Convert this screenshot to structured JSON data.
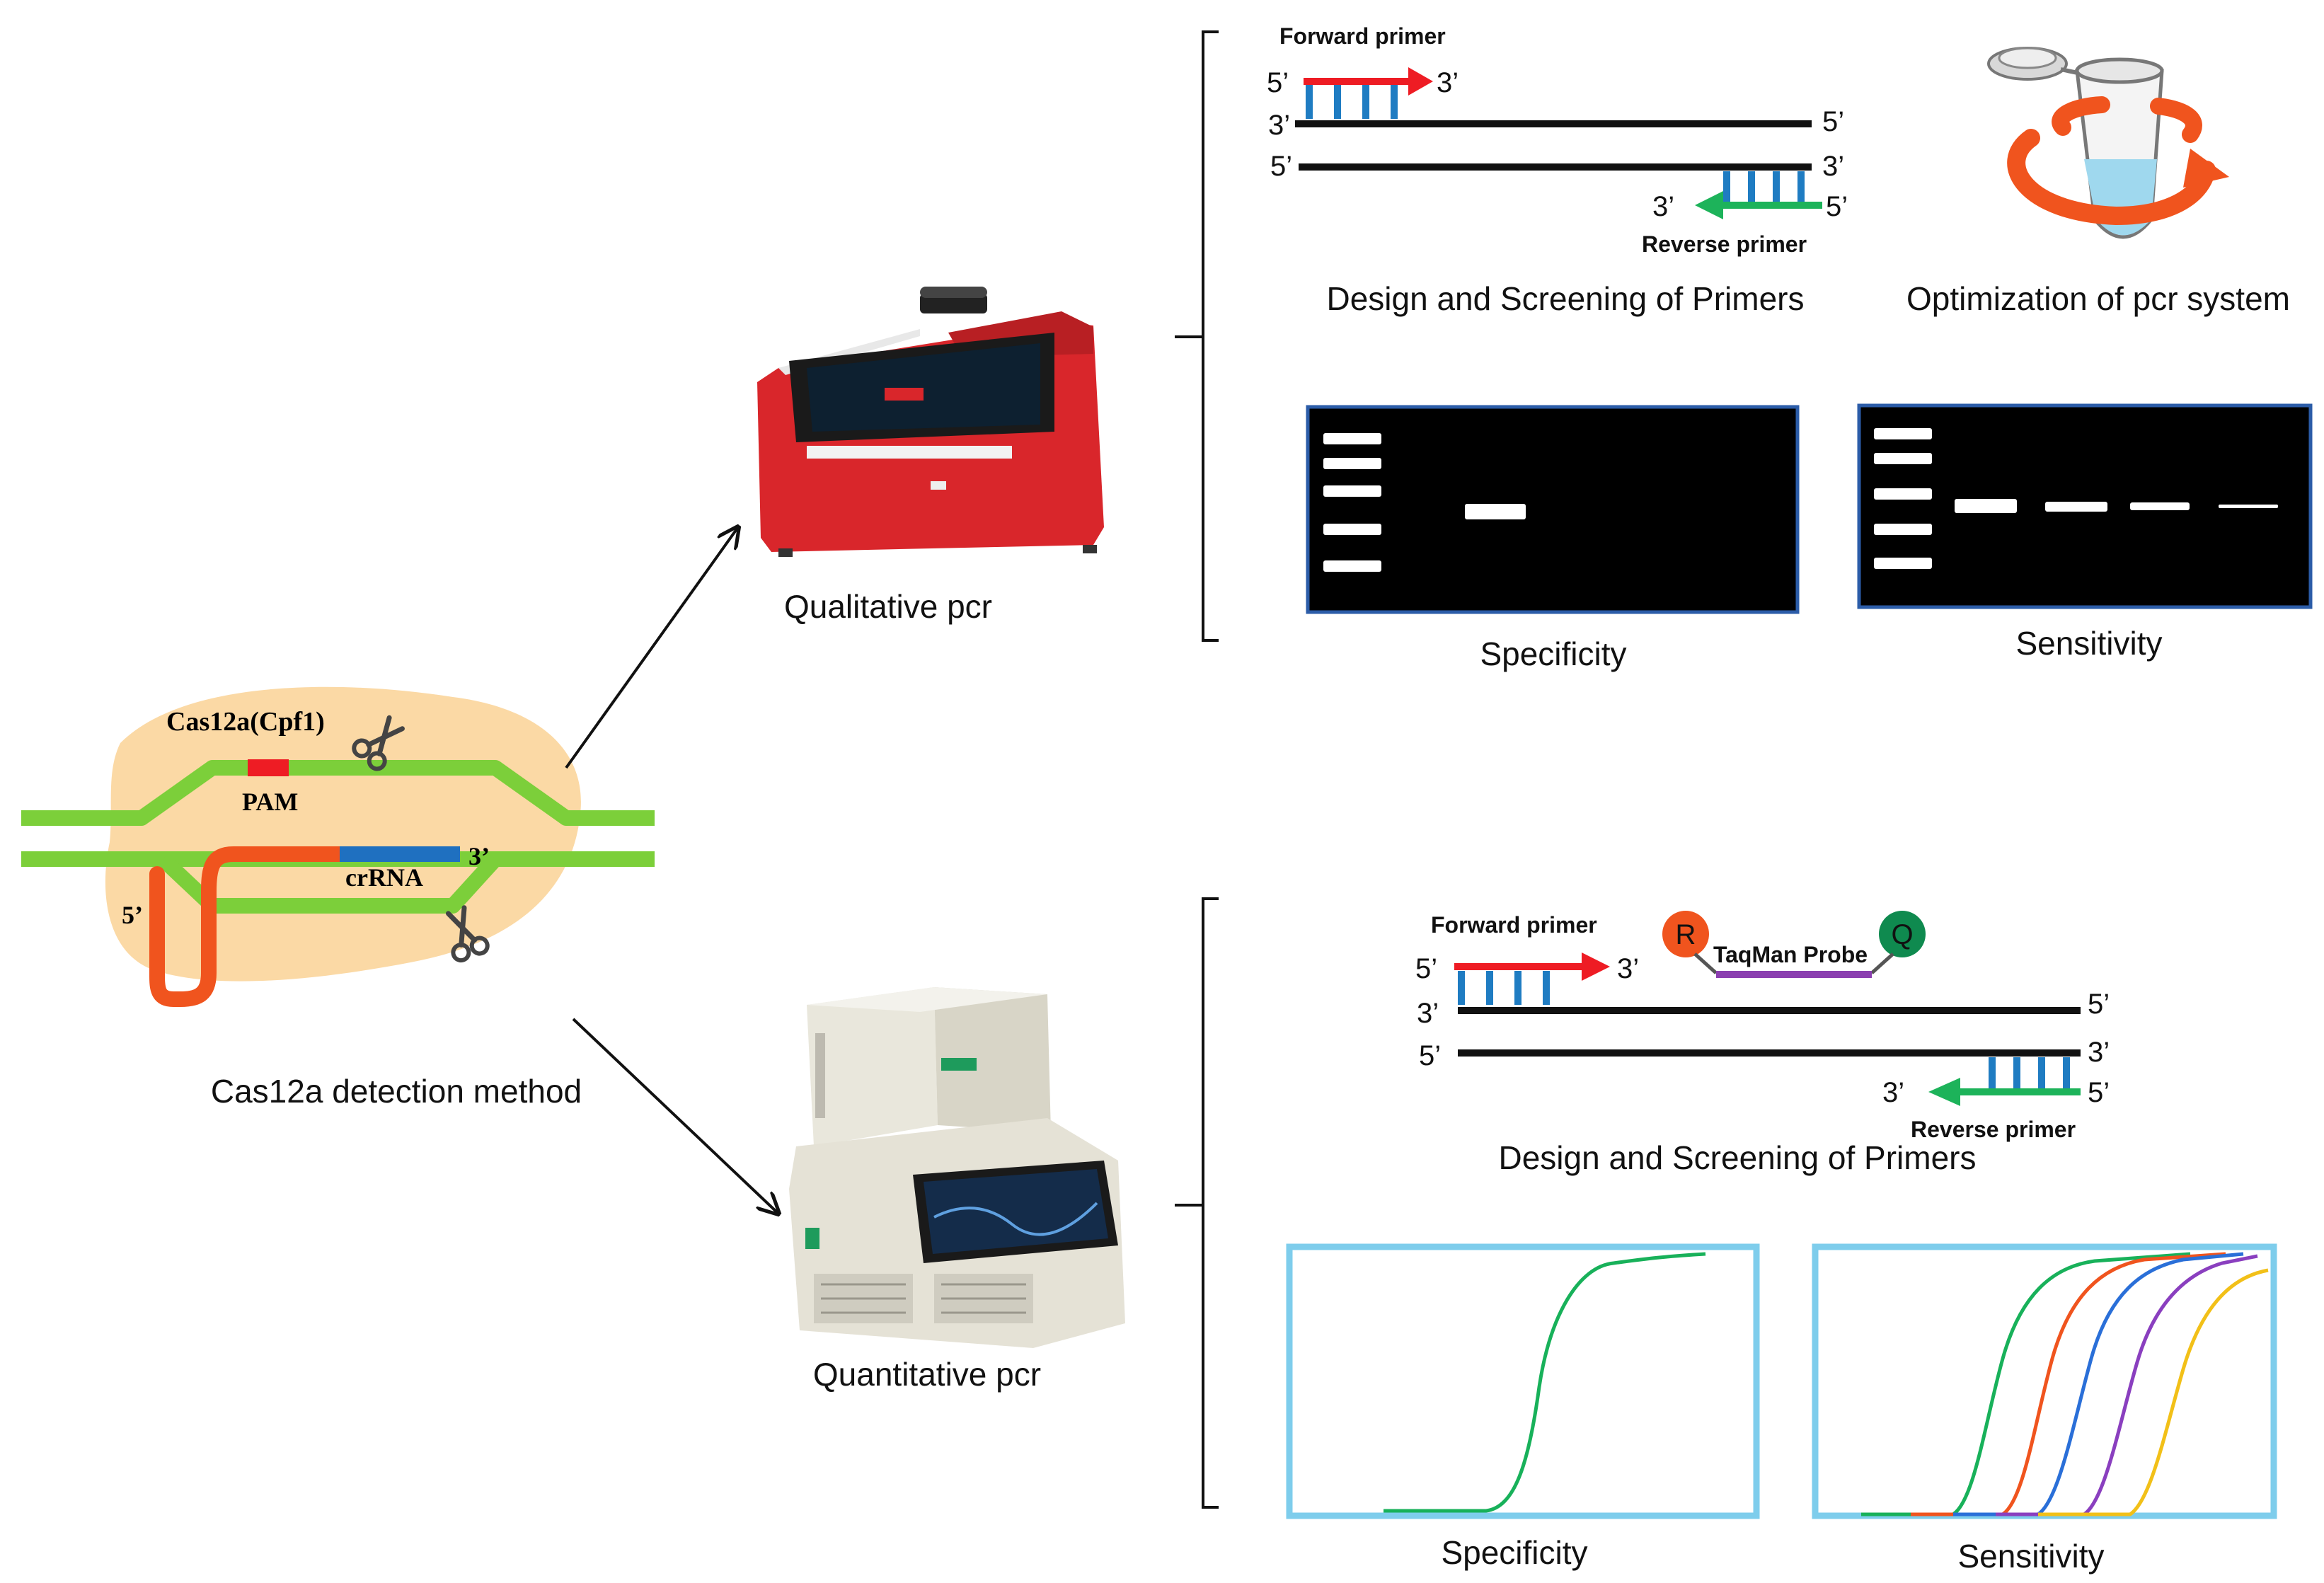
{
  "left": {
    "cas_label": "Cas12a(Cpf1)",
    "pam_label": "PAM",
    "crrna_label": "crRNA",
    "crrna_3": "3’",
    "crrna_5": "5’",
    "caption": "Cas12a detection method",
    "icons": [
      "scissors-icon",
      "scissors-icon"
    ]
  },
  "qualitative": {
    "device_caption": "Qualitative pcr",
    "primer": {
      "forward_label": "Forward primer",
      "reverse_label": "Reverse primer",
      "fwd_5": "5’",
      "fwd_3": "3’",
      "top_3": "3’",
      "top_5": "5’",
      "bot_5": "5’",
      "bot_3": "3’",
      "rev_3": "3’",
      "rev_5": "5’",
      "caption": "Design and Screening of Primers"
    },
    "optimization_caption": "Optimization of pcr system",
    "specificity_caption": "Specificity",
    "sensitivity_caption": "Sensitivity"
  },
  "quantitative": {
    "device_caption": "Quantitative pcr",
    "primer": {
      "forward_label": "Forward primer",
      "reverse_label": "Reverse primer",
      "probe_label": "TaqMan Probe",
      "reporter": "R",
      "quencher": "Q",
      "fwd_5": "5’",
      "fwd_3": "3’",
      "top_3": "3’",
      "top_5": "5’",
      "bot_5": "5’",
      "bot_3": "3’",
      "rev_3": "3’",
      "rev_5": "5’",
      "caption": "Design and Screening of Primers"
    },
    "specificity_caption": "Specificity",
    "sensitivity_caption": "Sensitivity"
  },
  "colors": {
    "dna_green": "#7ccf3a",
    "blob": "#fbd9a5",
    "forward_red": "#ee1c24",
    "reverse_green": "#1db35a",
    "rung_blue": "#1f7cc2",
    "gel_border": "#2b5ca8",
    "curve_border": "#7ecdec",
    "probe_purple": "#8b3fb0",
    "reporter": "#f0541e",
    "quencher": "#0f8a4f",
    "crrna_red": "#f0541e",
    "crrna_blue": "#1f70c0",
    "sens_curves": [
      "#18b15a",
      "#f0541e",
      "#2a6fd8",
      "#8a3fbf",
      "#f2c018"
    ]
  }
}
